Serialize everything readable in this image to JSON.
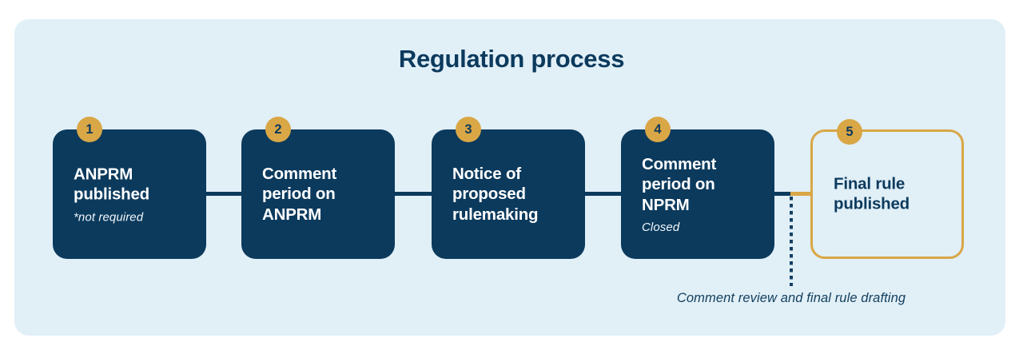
{
  "graphic": {
    "title": "Regulation process",
    "caption": "Comment review  and final rule drafting",
    "colors": {
      "panel_background": "#e1eff7",
      "navy": "#0b3a5d",
      "gold": "#d9a746",
      "box_text": "#ffffff"
    }
  },
  "steps": [
    {
      "number": "1",
      "title": "ANPRM published",
      "note": "*not required",
      "style": "filled"
    },
    {
      "number": "2",
      "title": "Comment period on ANPRM",
      "note": "",
      "style": "filled"
    },
    {
      "number": "3",
      "title": "Notice of proposed rulemaking",
      "note": "",
      "style": "filled"
    },
    {
      "number": "4",
      "title": "Comment period on NPRM",
      "note": "Closed",
      "style": "filled"
    },
    {
      "number": "5",
      "title": "Final rule published",
      "note": "",
      "style": "outlined"
    }
  ]
}
